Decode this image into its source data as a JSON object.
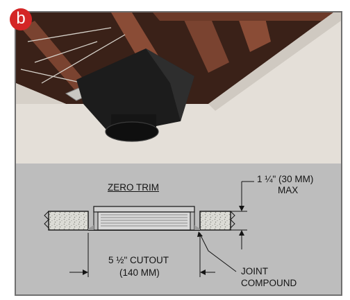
{
  "badge": {
    "letter": "b"
  },
  "diagram": {
    "title": "ZERO TRIM",
    "depth_dimension": {
      "line1": "1 ¼\" (30 MM)",
      "line2": "MAX"
    },
    "cutout_dimension": {
      "line1": "5 ½\" CUTOUT",
      "line2": "(140 MM)"
    },
    "callout": {
      "line1": "JOINT",
      "line2": "COMPOUND"
    }
  },
  "colors": {
    "badge": "#d42626",
    "frame_border": "#6f6f6f",
    "ceiling": "#e4dfd8",
    "wood": "#7a4330",
    "section_background": "#bdbdbd",
    "drywall": "#dcdcd6",
    "ink": "#141414"
  }
}
